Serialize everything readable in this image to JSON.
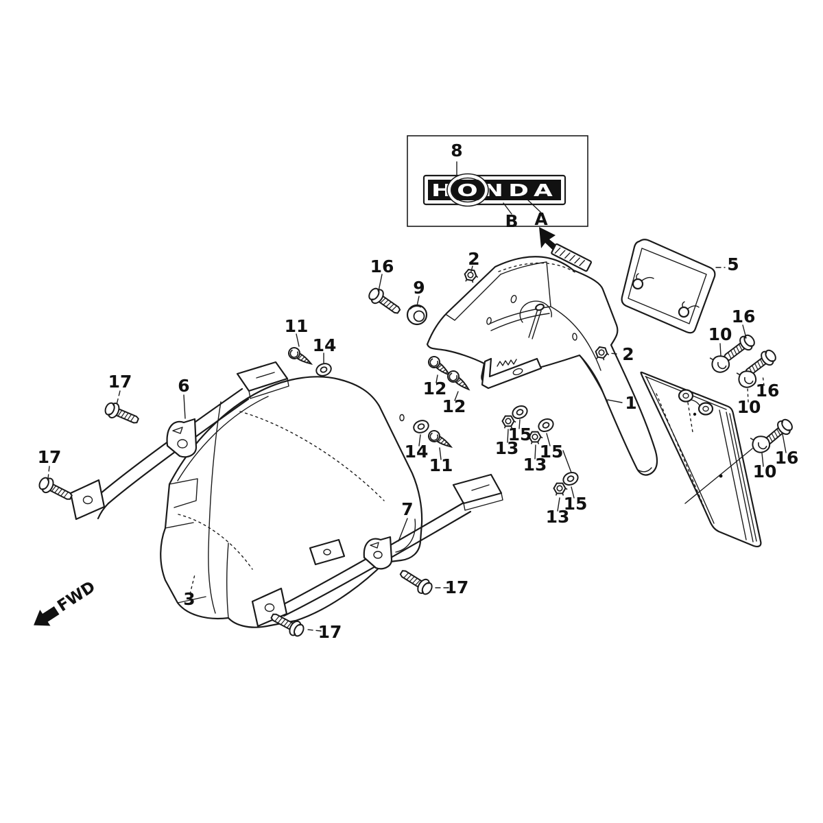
{
  "diagram_type": "exploded-parts-diagram",
  "emblem": {
    "brand": "HONDA"
  },
  "direction": {
    "label": "FWD"
  },
  "callouts": [
    {
      "text": "8"
    },
    {
      "text": "B"
    },
    {
      "text": "A"
    },
    {
      "text": "2"
    },
    {
      "text": "16"
    },
    {
      "text": "9"
    },
    {
      "text": "5"
    },
    {
      "text": "16"
    },
    {
      "text": "10"
    },
    {
      "text": "16"
    },
    {
      "text": "10"
    },
    {
      "text": "2"
    },
    {
      "text": "1"
    },
    {
      "text": "16"
    },
    {
      "text": "10"
    },
    {
      "text": "11"
    },
    {
      "text": "14"
    },
    {
      "text": "12"
    },
    {
      "text": "12"
    },
    {
      "text": "14"
    },
    {
      "text": "11"
    },
    {
      "text": "15"
    },
    {
      "text": "13"
    },
    {
      "text": "15"
    },
    {
      "text": "13"
    },
    {
      "text": "15"
    },
    {
      "text": "13"
    },
    {
      "text": "17"
    },
    {
      "text": "6"
    },
    {
      "text": "17"
    },
    {
      "text": "3"
    },
    {
      "text": "7"
    },
    {
      "text": "17"
    },
    {
      "text": "17"
    }
  ]
}
